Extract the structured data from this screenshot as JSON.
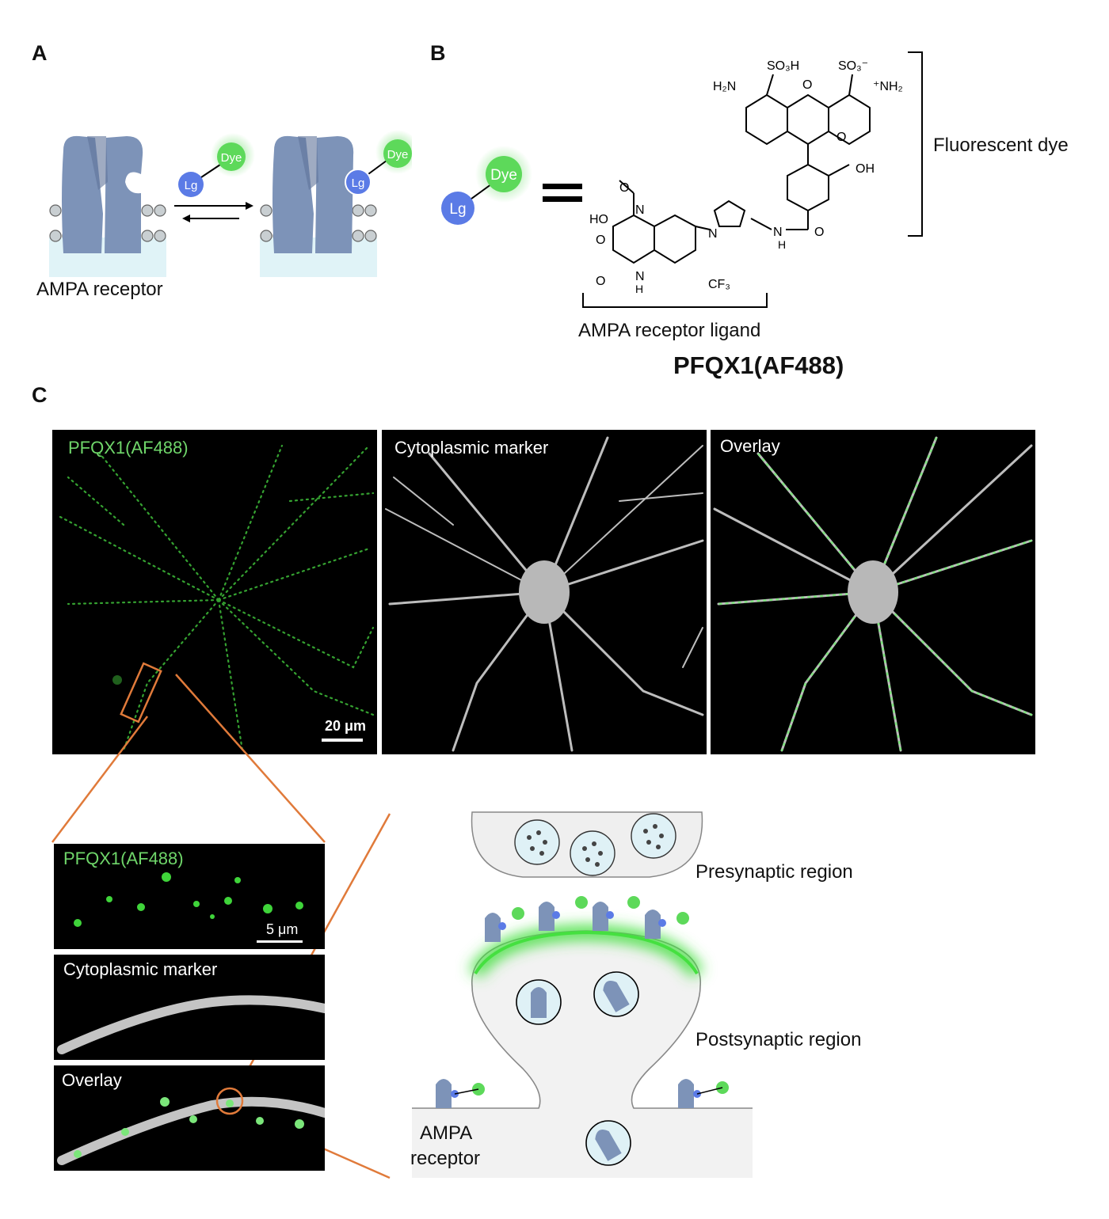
{
  "panels": {
    "a": {
      "letter": "A",
      "receptor_label": "AMPA receptor",
      "ligand": "Lg",
      "dye": "Dye"
    },
    "b": {
      "letter": "B",
      "ligand": "Lg",
      "dye": "Dye",
      "dye_bracket_label": "Fluorescent dye",
      "ligand_bracket_label": "AMPA receptor ligand",
      "compound_name": "PFQX1(AF488)"
    },
    "c": {
      "letter": "C",
      "image_labels": {
        "green": "PFQX1(AF488)",
        "gray": "Cytoplasmic marker",
        "overlay": "Overlay"
      },
      "scalebar_large": "20 μm",
      "scalebar_small": "5 μm",
      "schematic": {
        "presynaptic": "Presynaptic region",
        "postsynaptic": "Postsynaptic region",
        "receptor_line1": "AMPA",
        "receptor_line2": "receptor"
      }
    }
  },
  "colors": {
    "receptor_blue": "#7d93b8",
    "ligand_blue": "#5b7be6",
    "dye_green": "#5dd95a",
    "zoom_orange": "#e07a3a"
  }
}
